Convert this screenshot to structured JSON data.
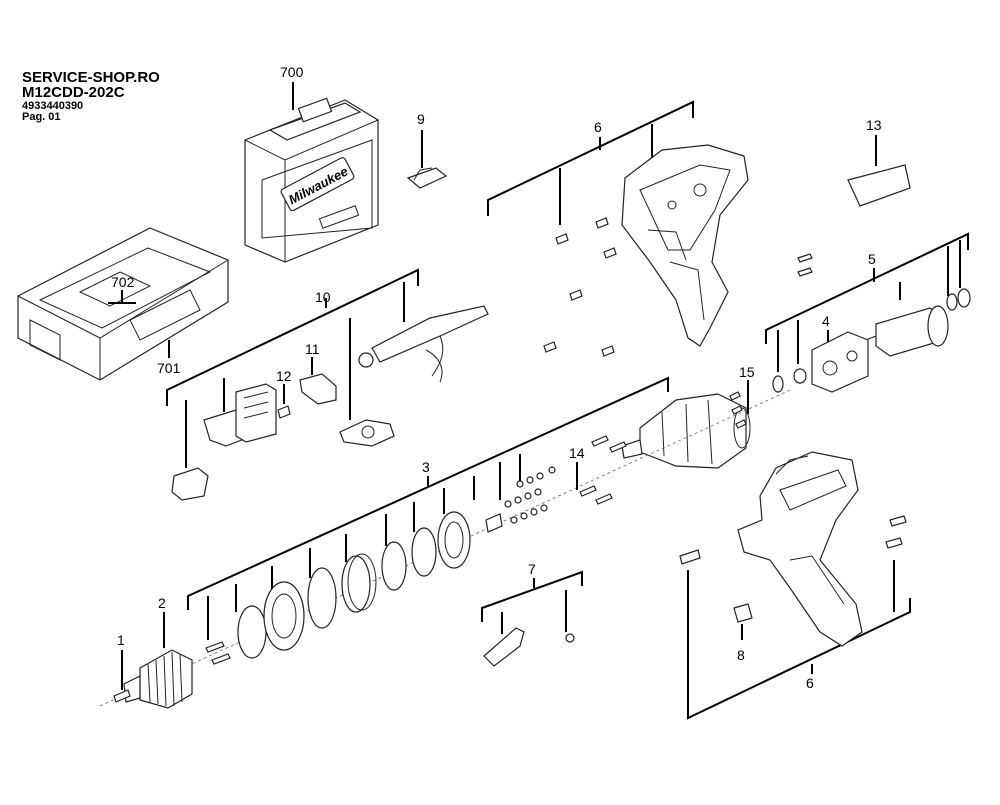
{
  "header": {
    "shop": "SERVICE-SHOP.RO",
    "model": "M12CDD-202C",
    "code": "4933440390",
    "page": "Pag. 01"
  },
  "labels": {
    "l1": "1",
    "l2": "2",
    "l3": "3",
    "l4": "4",
    "l5": "5",
    "l6a": "6",
    "l6b": "6",
    "l7": "7",
    "l8": "8",
    "l9": "9",
    "l10": "10",
    "l11": "11",
    "l12": "12",
    "l13": "13",
    "l14": "14",
    "l15": "15",
    "l700": "700",
    "l701": "701",
    "l702": "702"
  },
  "case_brand": "Milwaukee",
  "colors": {
    "ink": "#000000",
    "line": "#222222",
    "paper": "#ffffff"
  }
}
